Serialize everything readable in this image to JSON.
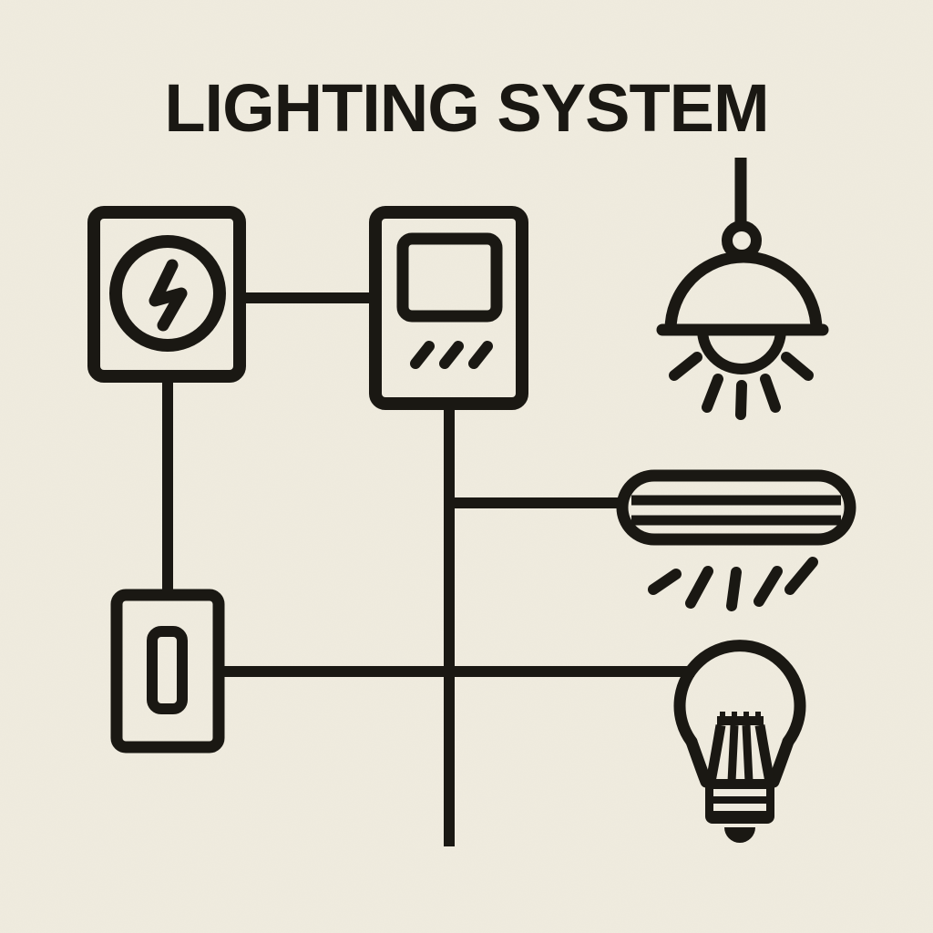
{
  "title": "LIGHTING SYSTEM",
  "colors": {
    "background": "#f0ecdf",
    "ink": "#1a1813"
  },
  "diagram": {
    "components": [
      {
        "id": "power-source",
        "icon": "power-source-icon"
      },
      {
        "id": "control-panel",
        "icon": "control-panel-icon"
      },
      {
        "id": "light-switch",
        "icon": "light-switch-icon"
      },
      {
        "id": "pendant-lamp",
        "icon": "pendant-lamp-icon"
      },
      {
        "id": "fluorescent-tube",
        "icon": "fluorescent-tube-icon"
      },
      {
        "id": "light-bulb",
        "icon": "light-bulb-icon"
      }
    ],
    "connections": [
      {
        "from": "power-source",
        "to": "control-panel"
      },
      {
        "from": "power-source",
        "to": "light-switch"
      },
      {
        "from": "control-panel",
        "to": "fluorescent-tube"
      },
      {
        "from": "light-switch",
        "to": "light-bulb"
      }
    ]
  }
}
